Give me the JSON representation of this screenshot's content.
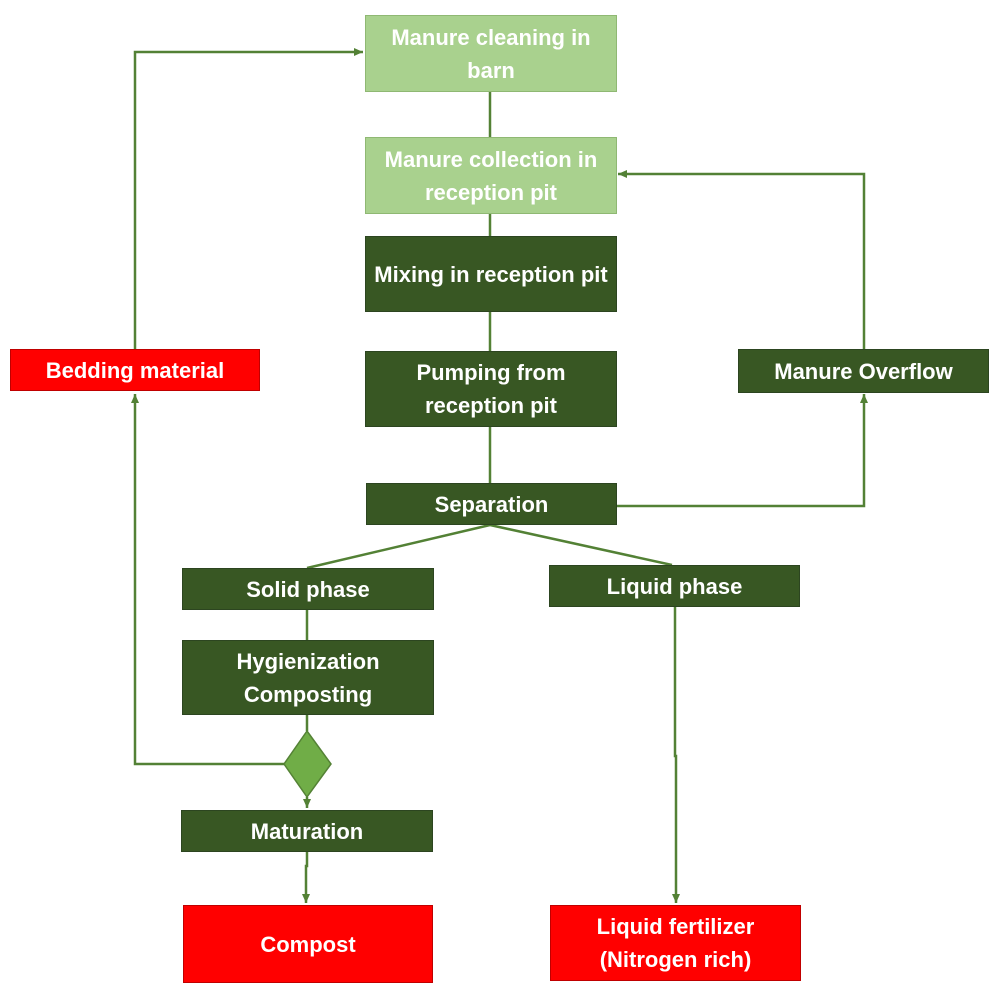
{
  "diagram": {
    "nodes": {
      "manure_cleaning": "Manure cleaning in barn",
      "manure_collection": "Manure collection in reception pit",
      "mixing": "Mixing in reception pit",
      "pumping": "Pumping from reception pit",
      "separation": "Separation",
      "solid_phase": "Solid phase",
      "liquid_phase": "Liquid phase",
      "hygienization": "Hygienization Composting",
      "maturation": "Maturation",
      "compost": "Compost",
      "liquid_fertilizer": "Liquid fertilizer (Nitrogen rich)",
      "bedding_material": "Bedding material",
      "manure_overflow": "Manure Overflow"
    }
  },
  "colors": {
    "light_green": "#a9d18e",
    "dark_green": "#385723",
    "red": "#ff0000",
    "connector": "#538135",
    "decision": "#70ad47"
  }
}
